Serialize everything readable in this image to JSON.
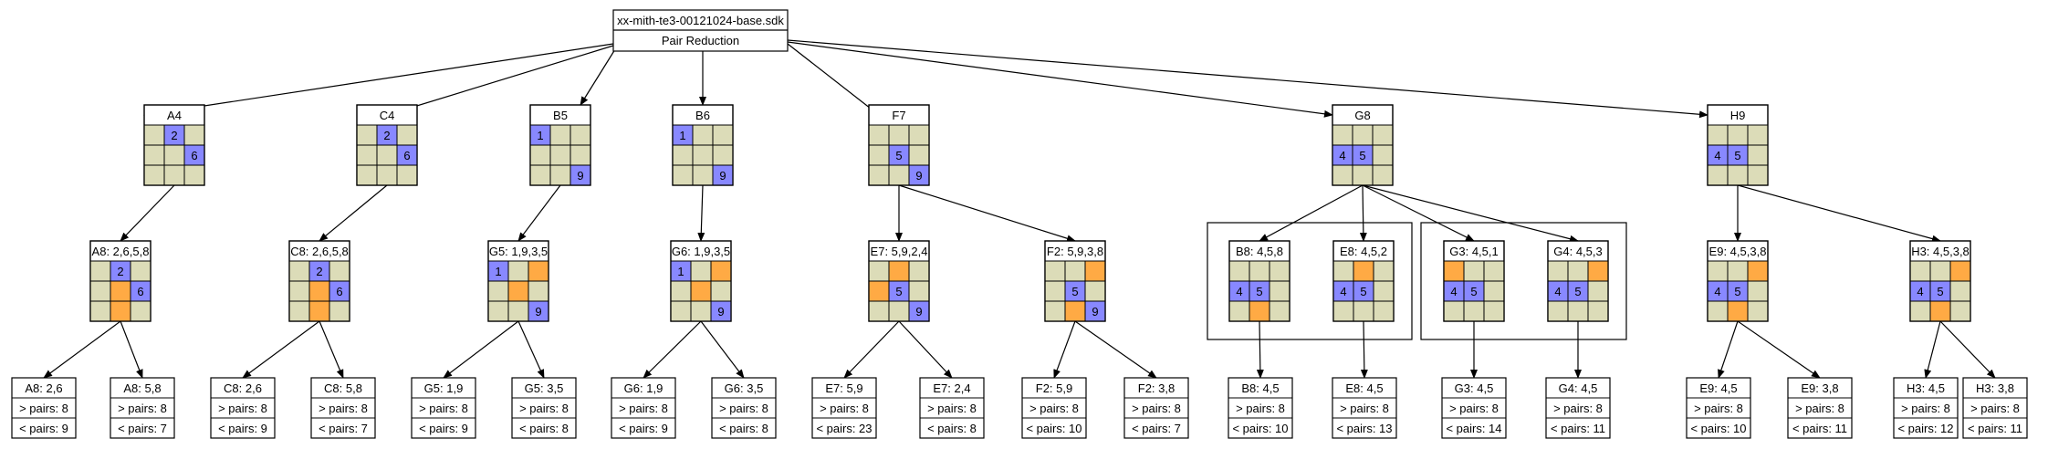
{
  "colors": {
    "cell": "#dcdcb8",
    "highlight": "#8888ff",
    "pair": "#ffaa44",
    "line": "#000000",
    "background": "#ffffff"
  },
  "root": {
    "title": "xx-mith-te3-00121024-base.sdk",
    "subtitle": "Pair Reduction"
  },
  "level1": [
    {
      "label": "A4",
      "cells": [
        [
          "",
          "2b",
          ""
        ],
        [
          "",
          "",
          "6b"
        ],
        [
          "",
          "",
          ""
        ]
      ]
    },
    {
      "label": "C4",
      "cells": [
        [
          "",
          "2b",
          ""
        ],
        [
          "",
          "",
          "6b"
        ],
        [
          "",
          "",
          ""
        ]
      ]
    },
    {
      "label": "B5",
      "cells": [
        [
          "1b",
          "",
          ""
        ],
        [
          "",
          "",
          ""
        ],
        [
          "",
          "",
          "9b"
        ]
      ]
    },
    {
      "label": "B6",
      "cells": [
        [
          "1b",
          "",
          ""
        ],
        [
          "",
          "",
          ""
        ],
        [
          "",
          "",
          "9b"
        ]
      ]
    },
    {
      "label": "F7",
      "cells": [
        [
          "",
          "",
          ""
        ],
        [
          "",
          "5b",
          ""
        ],
        [
          "",
          "",
          "9b"
        ]
      ]
    },
    {
      "label": "G8",
      "cells": [
        [
          "",
          "",
          ""
        ],
        [
          "4b",
          "5b",
          ""
        ],
        [
          "",
          "",
          ""
        ]
      ]
    },
    {
      "label": "H9",
      "cells": [
        [
          "",
          "",
          ""
        ],
        [
          "4b",
          "5b",
          ""
        ],
        [
          "",
          "",
          ""
        ]
      ]
    }
  ],
  "level2": [
    {
      "label": "A8: 2,6,5,8",
      "cells": [
        [
          "",
          "2b",
          ""
        ],
        [
          "",
          "o",
          "6b"
        ],
        [
          "",
          "o",
          ""
        ]
      ]
    },
    {
      "label": "C8: 2,6,5,8",
      "cells": [
        [
          "",
          "2b",
          ""
        ],
        [
          "",
          "o",
          "6b"
        ],
        [
          "",
          "o",
          ""
        ]
      ]
    },
    {
      "label": "G5: 1,9,3,5",
      "cells": [
        [
          "1b",
          "",
          "o"
        ],
        [
          "",
          "o",
          ""
        ],
        [
          "",
          "",
          "9b"
        ]
      ]
    },
    {
      "label": "G6: 1,9,3,5",
      "cells": [
        [
          "1b",
          "",
          "o"
        ],
        [
          "",
          "o",
          ""
        ],
        [
          "",
          "",
          "9b"
        ]
      ]
    },
    {
      "label": "E7: 5,9,2,4",
      "cells": [
        [
          "",
          "o",
          ""
        ],
        [
          "o",
          "5b",
          ""
        ],
        [
          "",
          "",
          "9b"
        ]
      ]
    },
    {
      "label": "F2: 5,9,3,8",
      "cells": [
        [
          "",
          "",
          "o"
        ],
        [
          "",
          "5b",
          ""
        ],
        [
          "",
          "o",
          "9b"
        ]
      ]
    },
    {
      "label": "B8: 4,5,8",
      "cells": [
        [
          "",
          "",
          ""
        ],
        [
          "4b",
          "5b",
          ""
        ],
        [
          "",
          "o",
          ""
        ]
      ]
    },
    {
      "label": "E8: 4,5,2",
      "cells": [
        [
          "",
          "o",
          ""
        ],
        [
          "4b",
          "5b",
          ""
        ],
        [
          "",
          "",
          ""
        ]
      ]
    },
    {
      "label": "G3: 4,5,1",
      "cells": [
        [
          "o",
          "",
          ""
        ],
        [
          "4b",
          "5b",
          ""
        ],
        [
          "",
          "",
          ""
        ]
      ]
    },
    {
      "label": "G4: 4,5,3",
      "cells": [
        [
          "",
          "",
          "o"
        ],
        [
          "4b",
          "5b",
          ""
        ],
        [
          "",
          "",
          ""
        ]
      ]
    },
    {
      "label": "E9: 4,5,3,8",
      "cells": [
        [
          "",
          "",
          "o"
        ],
        [
          "4b",
          "5b",
          ""
        ],
        [
          "",
          "o",
          ""
        ]
      ]
    },
    {
      "label": "H3: 4,5,3,8",
      "cells": [
        [
          "",
          "",
          "o"
        ],
        [
          "4b",
          "5b",
          ""
        ],
        [
          "",
          "o",
          ""
        ]
      ]
    }
  ],
  "leaves": [
    {
      "label": "A8: 2,6",
      "gt": "> pairs: 8",
      "lt": "< pairs: 9"
    },
    {
      "label": "A8: 5,8",
      "gt": "> pairs: 8",
      "lt": "< pairs: 7"
    },
    {
      "label": "C8: 2,6",
      "gt": "> pairs: 8",
      "lt": "< pairs: 9"
    },
    {
      "label": "C8: 5,8",
      "gt": "> pairs: 8",
      "lt": "< pairs: 7"
    },
    {
      "label": "G5: 1,9",
      "gt": "> pairs: 8",
      "lt": "< pairs: 9"
    },
    {
      "label": "G5: 3,5",
      "gt": "> pairs: 8",
      "lt": "< pairs: 8"
    },
    {
      "label": "G6: 1,9",
      "gt": "> pairs: 8",
      "lt": "< pairs: 9"
    },
    {
      "label": "G6: 3,5",
      "gt": "> pairs: 8",
      "lt": "< pairs: 8"
    },
    {
      "label": "E7: 5,9",
      "gt": "> pairs: 8",
      "lt": "< pairs: 23"
    },
    {
      "label": "E7: 2,4",
      "gt": "> pairs: 8",
      "lt": "< pairs: 8"
    },
    {
      "label": "F2: 5,9",
      "gt": "> pairs: 8",
      "lt": "< pairs: 10"
    },
    {
      "label": "F2: 3,8",
      "gt": "> pairs: 8",
      "lt": "< pairs: 7"
    },
    {
      "label": "B8: 4,5",
      "gt": "> pairs: 8",
      "lt": "< pairs: 10"
    },
    {
      "label": "E8: 4,5",
      "gt": "> pairs: 8",
      "lt": "< pairs: 13"
    },
    {
      "label": "G3: 4,5",
      "gt": "> pairs: 8",
      "lt": "< pairs: 14"
    },
    {
      "label": "G4: 4,5",
      "gt": "> pairs: 8",
      "lt": "< pairs: 11"
    },
    {
      "label": "E9: 4,5",
      "gt": "> pairs: 8",
      "lt": "< pairs: 10"
    },
    {
      "label": "E9: 3,8",
      "gt": "> pairs: 8",
      "lt": "< pairs: 11"
    },
    {
      "label": "H3: 4,5",
      "gt": "> pairs: 8",
      "lt": "< pairs: 12"
    },
    {
      "label": "H3: 3,8",
      "gt": "> pairs: 8",
      "lt": "< pairs: 11"
    }
  ]
}
